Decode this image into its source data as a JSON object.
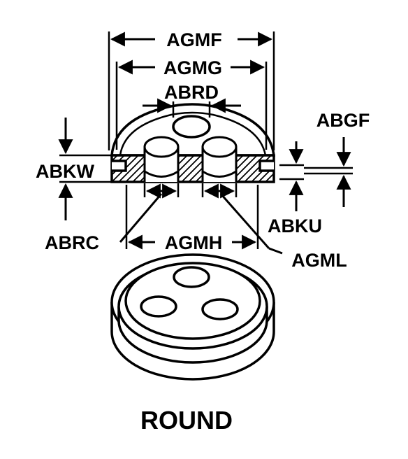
{
  "labels": {
    "agmf": "AGMF",
    "agmg": "AGMG",
    "abrd": "ABRD",
    "abgf": "ABGF",
    "abkw": "ABKW",
    "abku": "ABKU",
    "abrc": "ABRC",
    "agmh": "AGMH",
    "agml": "AGML"
  },
  "caption": "ROUND"
}
